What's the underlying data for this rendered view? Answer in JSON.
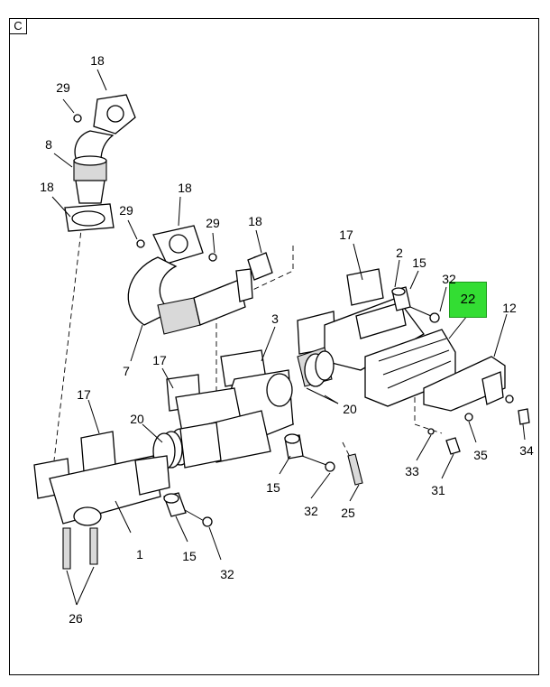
{
  "view_tag": "C",
  "highlight": {
    "label": "22",
    "color": "#33dd33"
  },
  "callouts": [
    "18",
    "29",
    "8",
    "18",
    "29",
    "18",
    "29",
    "18",
    "17",
    "2",
    "15",
    "32",
    "12",
    "3",
    "7",
    "17",
    "20",
    "20",
    "17",
    "1",
    "15",
    "32",
    "15",
    "32",
    "25",
    "33",
    "31",
    "35",
    "34",
    "26"
  ]
}
